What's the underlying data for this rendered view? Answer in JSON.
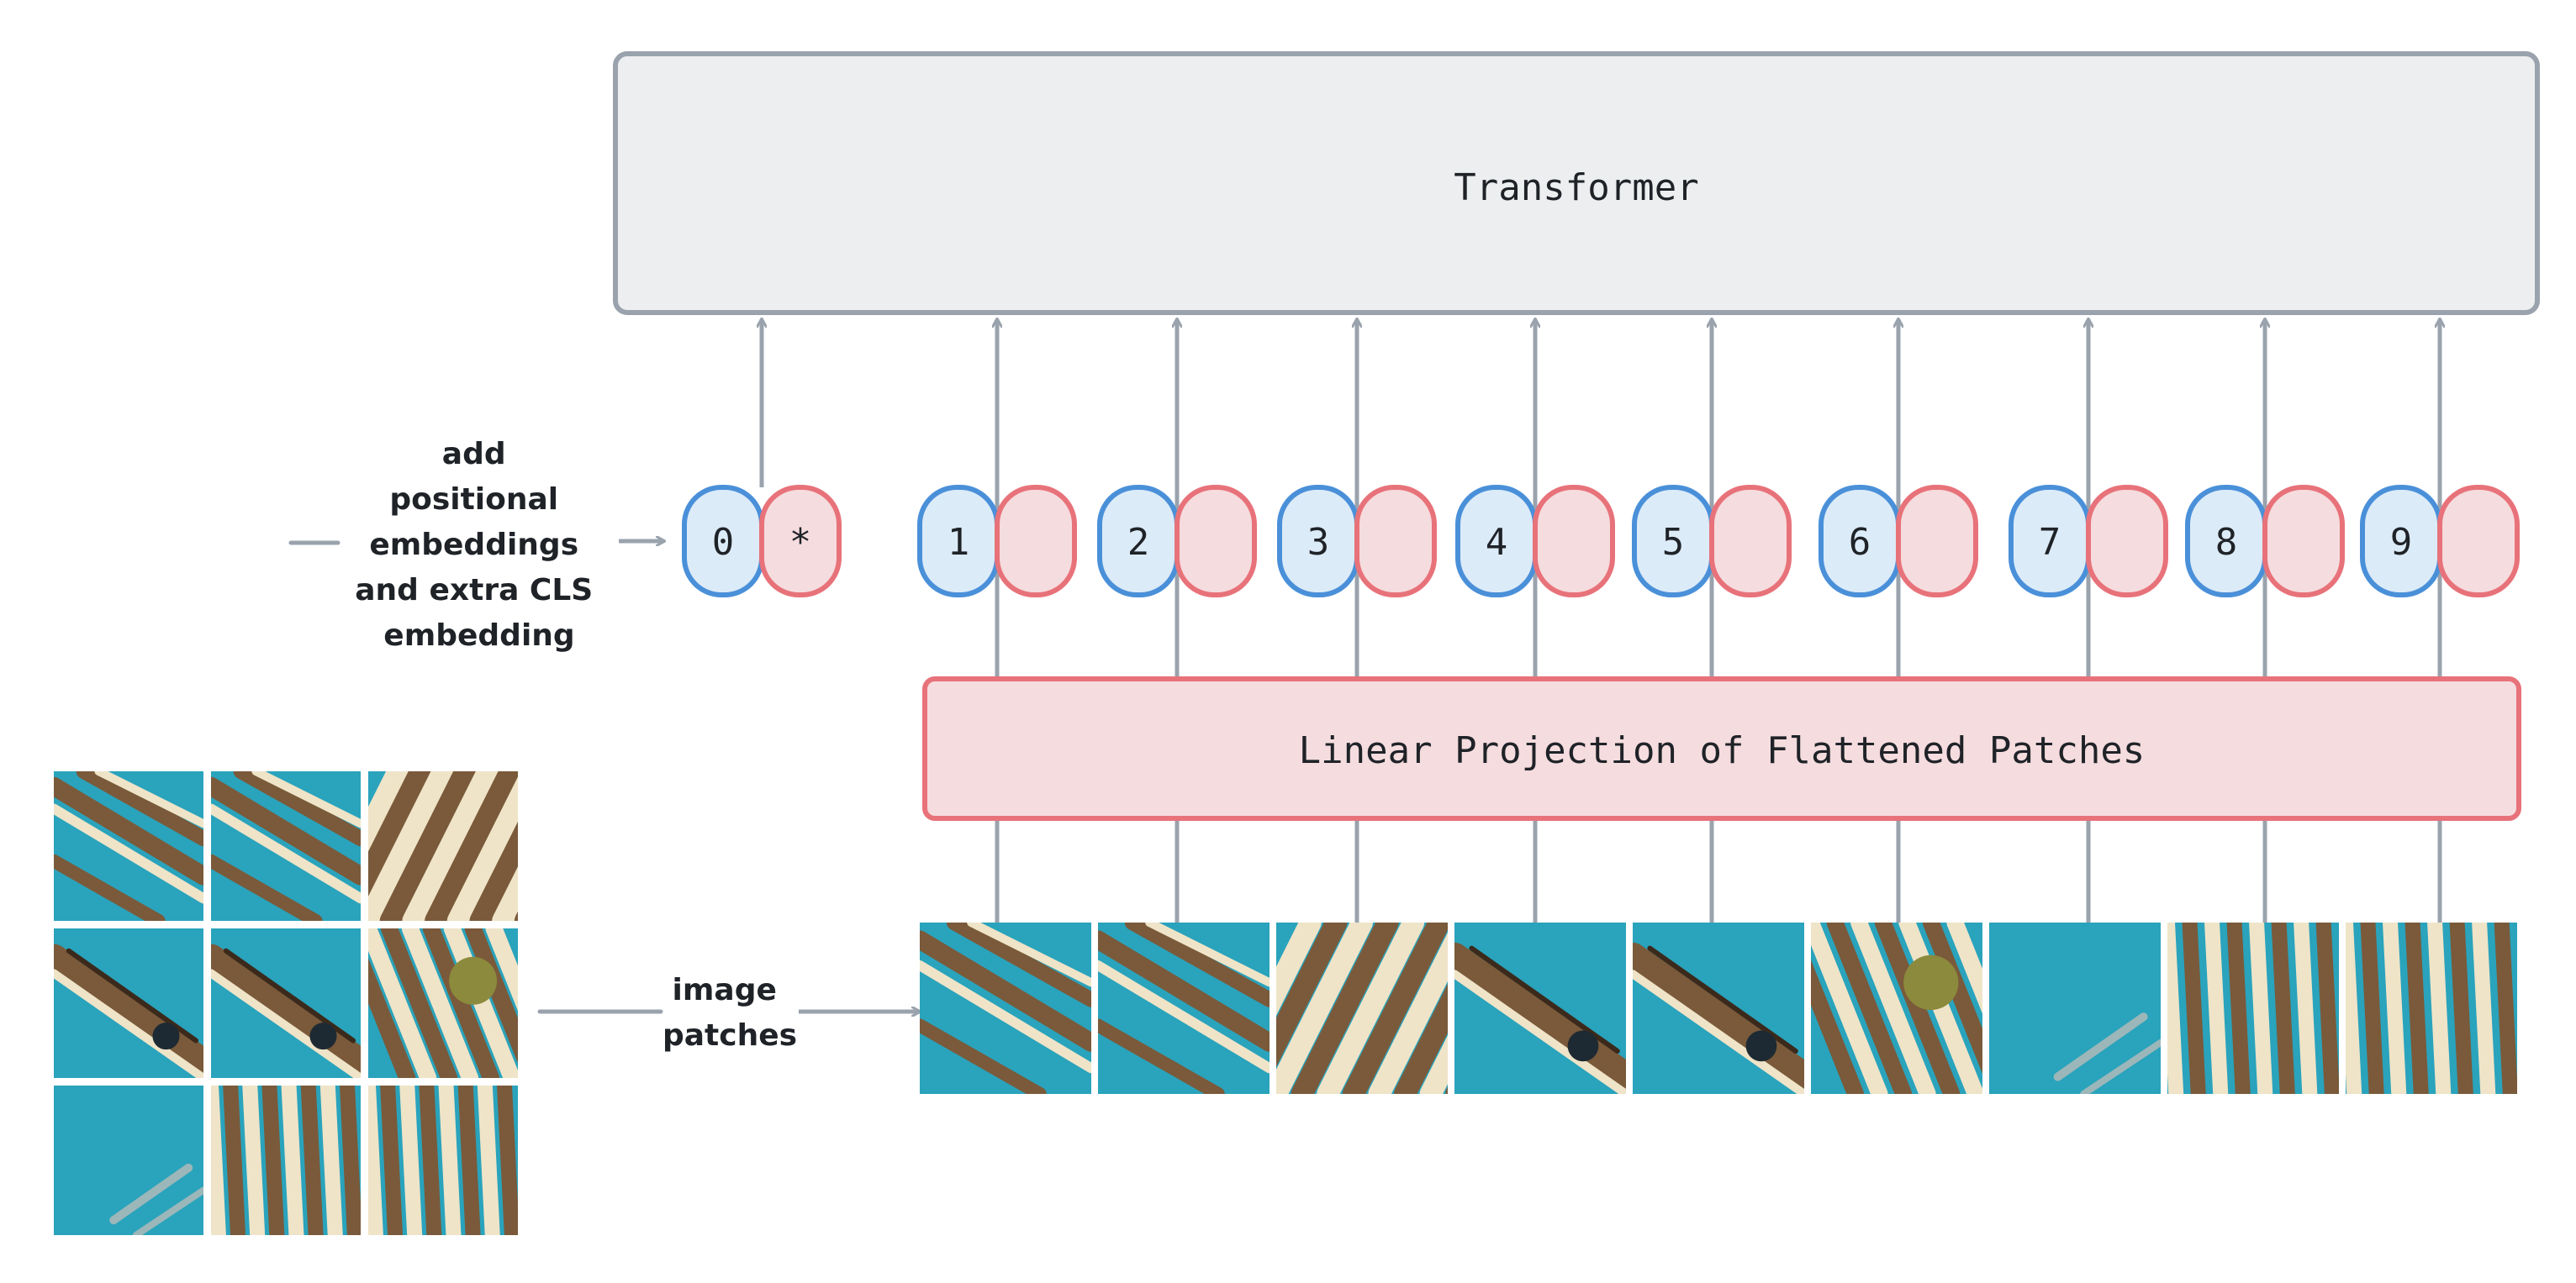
{
  "transformer": {
    "label": "Transformer"
  },
  "linear_projection": {
    "label": "Linear Projection of Flattened Patches"
  },
  "embeddings_label": {
    "lines": [
      "add",
      "positional",
      "embeddings",
      "and extra CLS",
      "embedding"
    ]
  },
  "patches_label": {
    "lines": [
      "image",
      "patches"
    ]
  },
  "tokens": {
    "cls": {
      "index": "0",
      "marker": "*"
    },
    "positions": [
      "1",
      "2",
      "3",
      "4",
      "5",
      "6",
      "7",
      "8",
      "9"
    ]
  },
  "colors": {
    "arrow": "#9aa3ad",
    "transformer_fill": "#eceef0",
    "transformer_stroke": "#9aa3ad",
    "projection_fill": "#f5dcde",
    "projection_stroke": "#e8727a",
    "blue_fill": "#dcebf8",
    "blue_stroke": "#4a90d9",
    "pink_fill": "#f5dcde",
    "pink_stroke": "#e8727a",
    "water": "#2aa3bc",
    "stripe_brown": "#7a5a3a",
    "stripe_cream": "#efe4c8"
  },
  "patches": {
    "count": 9,
    "kinds": [
      "fins",
      "fins",
      "stripes",
      "head",
      "head",
      "fin-stripes",
      "water",
      "body",
      "body"
    ]
  }
}
